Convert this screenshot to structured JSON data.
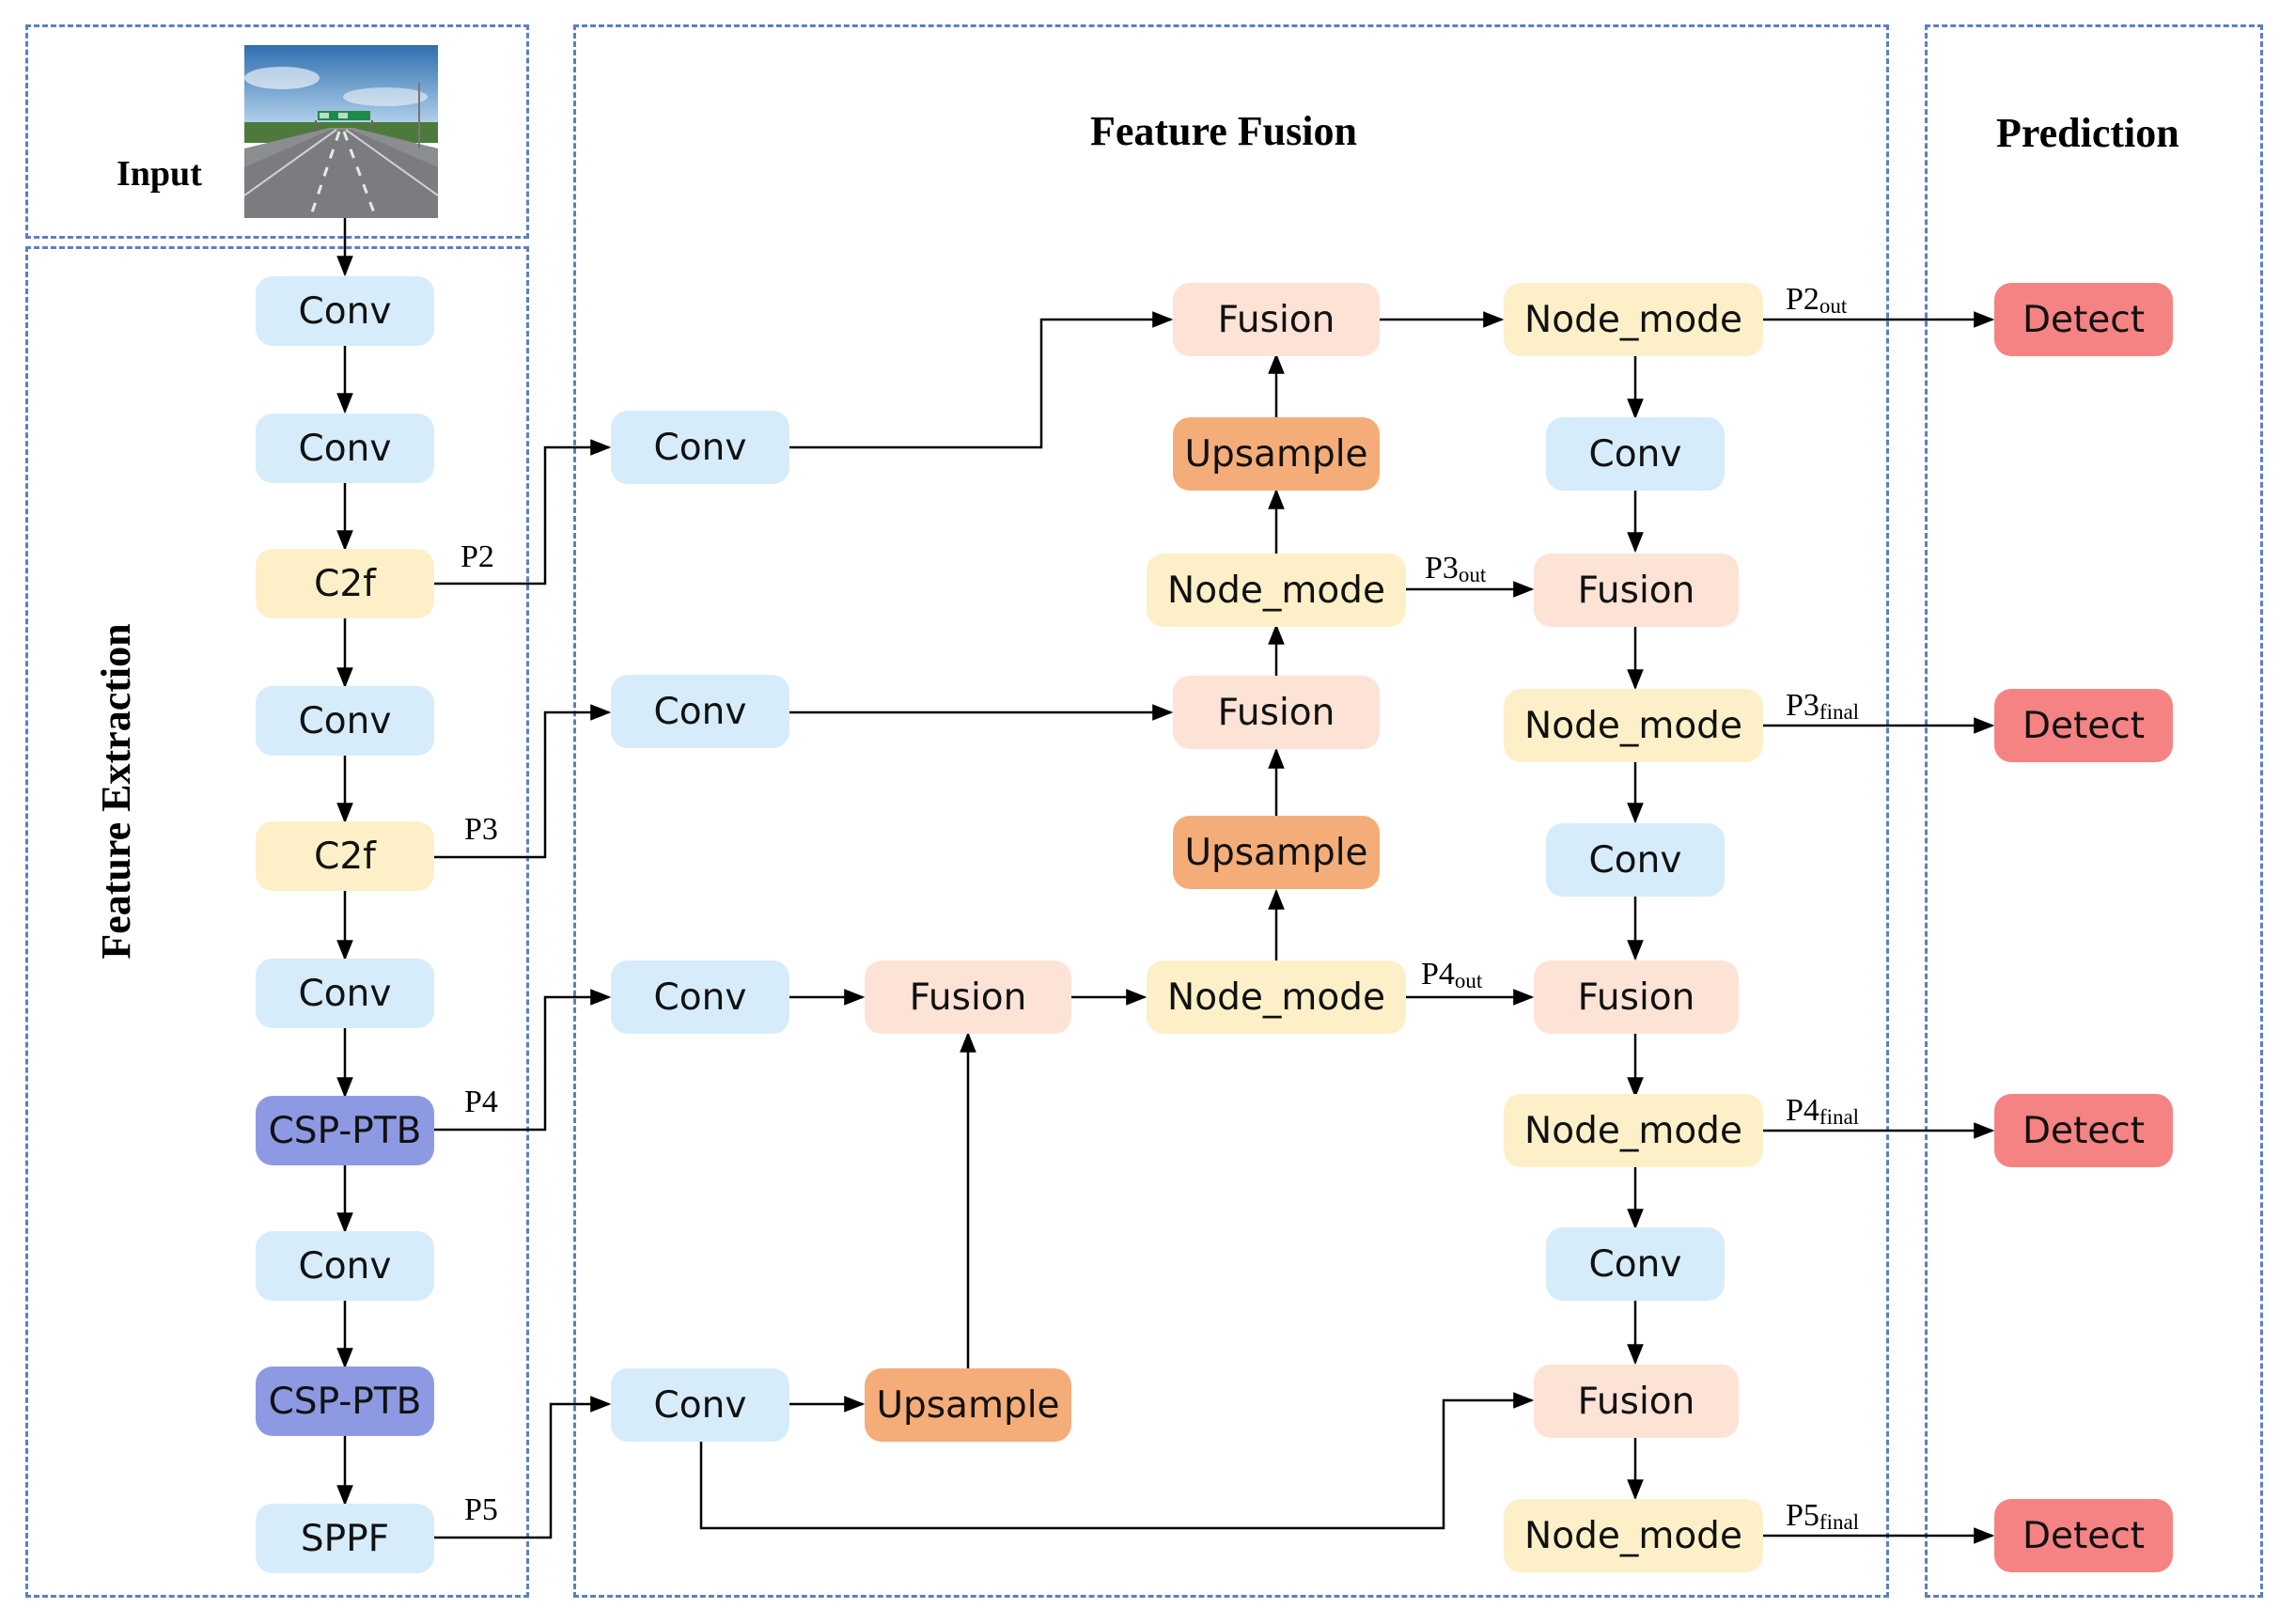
{
  "titles": {
    "input": "Input",
    "feature_fusion": "Feature Fusion",
    "prediction": "Prediction",
    "feature_extraction": "Feature Extraction"
  },
  "backbone": [
    {
      "id": "bb-conv-1",
      "label": "Conv",
      "kind": "conv"
    },
    {
      "id": "bb-conv-2",
      "label": "Conv",
      "kind": "conv"
    },
    {
      "id": "bb-c2f-1",
      "label": "C2f",
      "kind": "c2f"
    },
    {
      "id": "bb-conv-3",
      "label": "Conv",
      "kind": "conv"
    },
    {
      "id": "bb-c2f-2",
      "label": "C2f",
      "kind": "c2f"
    },
    {
      "id": "bb-conv-4",
      "label": "Conv",
      "kind": "conv"
    },
    {
      "id": "bb-csp-1",
      "label": "CSP-PTB",
      "kind": "csp"
    },
    {
      "id": "bb-conv-5",
      "label": "Conv",
      "kind": "conv"
    },
    {
      "id": "bb-csp-2",
      "label": "CSP-PTB",
      "kind": "csp"
    },
    {
      "id": "bb-sppf",
      "label": "SPPF",
      "kind": "sppf"
    }
  ],
  "taps": {
    "p2": "P2",
    "p3": "P3",
    "p4": "P4",
    "p5": "P5"
  },
  "neck": {
    "conv_p2": "Conv",
    "conv_p3": "Conv",
    "conv_p4": "Conv",
    "conv_p5": "Conv",
    "upsample_low": "Upsample",
    "fusion_p4": "Fusion",
    "node_p4": "Node_mode",
    "upsample_mid": "Upsample",
    "fusion_p3": "Fusion",
    "node_p3": "Node_mode",
    "upsample_top": "Upsample",
    "fusion_p2": "Fusion",
    "node_p2": "Node_mode",
    "conv_down_1": "Conv",
    "fusion_down_p3": "Fusion",
    "node_final_p3": "Node_mode",
    "conv_down_2": "Conv",
    "fusion_down_p4": "Fusion",
    "node_final_p4": "Node_mode",
    "conv_down_3": "Conv",
    "fusion_down_p5": "Fusion",
    "node_final_p5": "Node_mode"
  },
  "edge_labels": {
    "p3_out": {
      "main": "P3",
      "sub": "out"
    },
    "p4_out": {
      "main": "P4",
      "sub": "out"
    },
    "p2_out": {
      "main": "P2",
      "sub": "out"
    },
    "p3_final": {
      "main": "P3",
      "sub": "final"
    },
    "p4_final": {
      "main": "P4",
      "sub": "final"
    },
    "p5_final": {
      "main": "P5",
      "sub": "final"
    }
  },
  "detect": [
    "Detect",
    "Detect",
    "Detect",
    "Detect"
  ],
  "colors": {
    "panel_border": "#5b7fc4",
    "conv": "#d6ecfb",
    "c2f_node_mode": "#fdf0c9",
    "csp_ptb": "#8d9ae3",
    "fusion": "#fde3d6",
    "upsample": "#f4ad78",
    "detect": "#f58383"
  }
}
